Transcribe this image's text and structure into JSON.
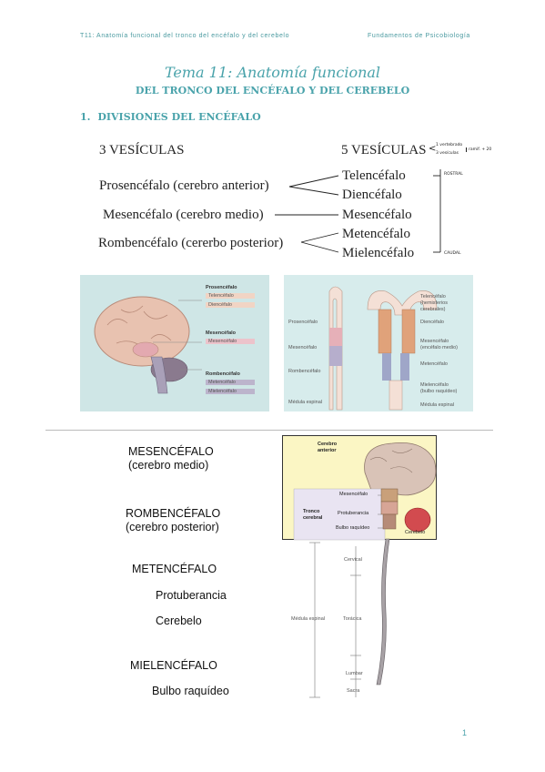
{
  "header": {
    "left": "T11: Anatomía funcional del tronco del encéfalo y del cerebelo",
    "right": "Fundamentos de Psicobiología"
  },
  "title": {
    "main": "Tema 11: Anatomía funcional",
    "sub": "DEL TRONCO DEL ENCÉFALO Y DEL CEREBELO"
  },
  "section": {
    "number": "1.",
    "heading": "DIVISIONES DEL ENCÉFALO"
  },
  "vesicles": {
    "three_label": "3 VESÍCULAS",
    "five_label": "5 VESÍCULAS",
    "note_top": "1 vertebrado",
    "note_bottom": "3 vesículas",
    "note_side": "ramif. + 20",
    "rostral": "ROSTRAL",
    "caudal": "CAUDAL",
    "three": [
      "Prosencéfalo (cerebro anterior)",
      "Mesencéfalo (cerebro medio)",
      "Rombencéfalo (cererbo posterior)"
    ],
    "five": [
      "Telencéfalo",
      "Diencéfalo",
      "Mesencéfalo",
      "Metencéfalo",
      "Mielencéfalo"
    ]
  },
  "fig_brain": {
    "groups": [
      {
        "title": "Prosencéfalo",
        "items": [
          "Telencéfalo",
          "Diencéfalo"
        ]
      },
      {
        "title": "Mesencéfalo",
        "items": [
          "Mesencéfalo"
        ]
      },
      {
        "title": "Rombencéfalo",
        "items": [
          "Metencéfalo",
          "Mielencéfalo"
        ]
      }
    ]
  },
  "fig_tubes": {
    "left_labels": [
      "Prosencéfalo",
      "Mesencéfalo",
      "Rombencéfalo",
      "Médula espinal"
    ],
    "right_labels": [
      "Telencéfalo",
      "(hemisferios",
      "cerebrales)",
      "Diencéfalo",
      "Mesencéfalo",
      "(encéfalo medio)",
      "Metencéfalo",
      "Mielencéfalo",
      "(bulbo raquídeo)",
      "Médula espinal"
    ]
  },
  "list": {
    "mesen": "MESENCÉFALO",
    "mesen_sub": "(cerebro medio)",
    "romb": "ROMBENCÉFALO",
    "romb_sub": "(cerebro posterior)",
    "meten": "METENCÉFALO",
    "protub": "Protuberancia",
    "cereb": "Cerebelo",
    "mielen": "MIELENCÉFALO",
    "bulbo": "Bulbo raquídeo"
  },
  "fig_stem": {
    "cerebro_anterior": [
      "Cerebro",
      "anterior"
    ],
    "tronco": [
      "Tronco",
      "cerebral"
    ],
    "parts": [
      "Mesencéfalo",
      "Protuberancia",
      "Bulbo raquídeo"
    ],
    "cerebelo": "Cerebelo",
    "medula": "Médula espinal",
    "regions": [
      "Cervical",
      "Torácica",
      "Lumbar",
      "Sacra"
    ]
  },
  "page_number": "1"
}
